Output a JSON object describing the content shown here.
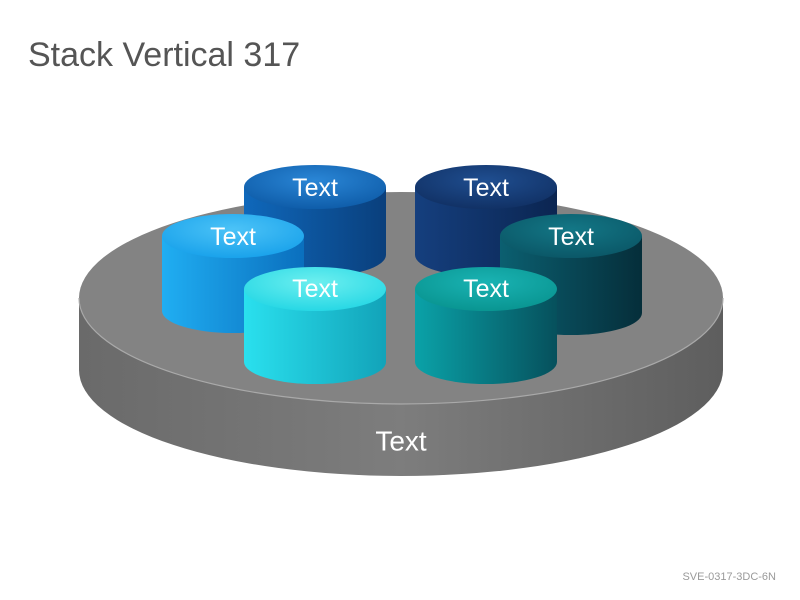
{
  "title": "Stack Vertical 317",
  "code": "SVE-0317-3DC-6N",
  "diagram": {
    "base": {
      "label": "Text"
    },
    "cylinders": [
      {
        "label": "Text",
        "color": "#0d5fae"
      },
      {
        "label": "Text",
        "color": "#123b78"
      },
      {
        "label": "Text",
        "color": "#1ba7ec"
      },
      {
        "label": "Text",
        "color": "#0b6476"
      },
      {
        "label": "Text",
        "color": "#1ed7e6"
      },
      {
        "label": "Text",
        "color": "#0a9aa0"
      }
    ]
  }
}
